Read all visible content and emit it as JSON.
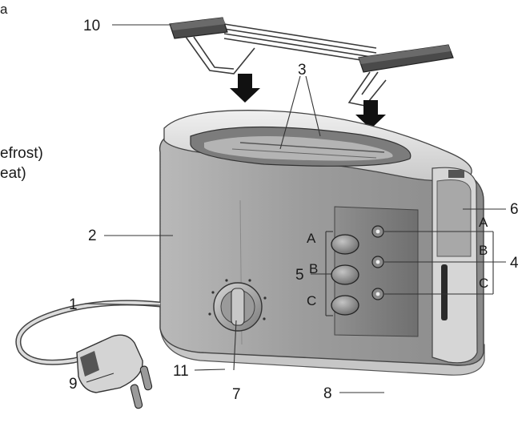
{
  "callouts": {
    "c1": "1",
    "c2": "2",
    "c3": "3",
    "c4": "4",
    "c5": "5",
    "c6": "6",
    "c7": "7",
    "c8": "8",
    "c9": "9",
    "c10": "10",
    "c11": "11"
  },
  "letters": {
    "left_a": "A",
    "left_b": "B",
    "left_c": "C",
    "right_a": "A",
    "right_b": "B",
    "right_c": "C"
  },
  "left_fragments": {
    "line1": "a",
    "line2": "efrost)",
    "line3": "eat)"
  },
  "colors": {
    "body_dark": "#9a9a9a",
    "body_light": "#d2d2d2",
    "rim": "#e4e4e4",
    "base": "#c8c8c8",
    "button": "#8e8e8e",
    "ink": "#1a1a1a"
  }
}
